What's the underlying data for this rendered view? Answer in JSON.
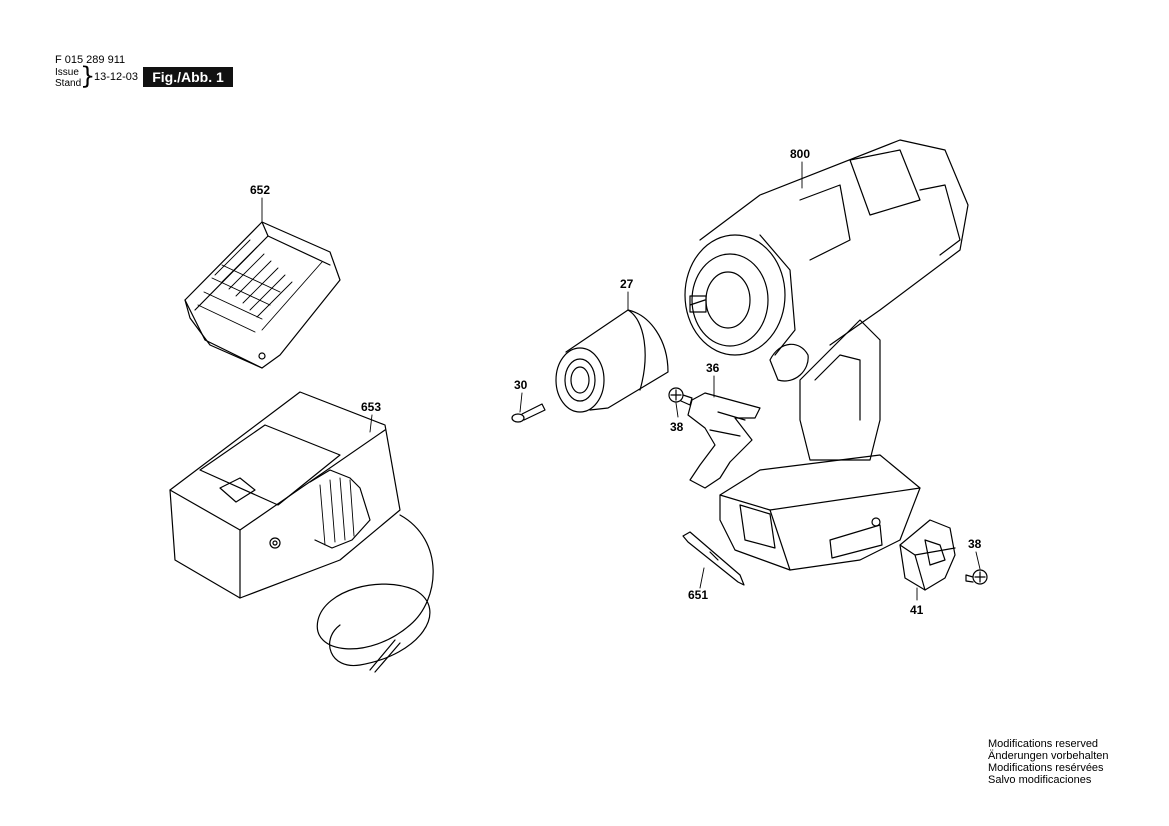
{
  "header": {
    "doc_number": "F 015 289 911",
    "issue_label": "Issue",
    "stand_label": "Stand",
    "issue_date": "13-12-03",
    "figure_tag": "Fig./Abb. 1"
  },
  "parts": [
    {
      "id": "652"
    },
    {
      "id": "653"
    },
    {
      "id": "27"
    },
    {
      "id": "30"
    },
    {
      "id": "38"
    },
    {
      "id": "36"
    },
    {
      "id": "800"
    },
    {
      "id": "651"
    },
    {
      "id": "38"
    },
    {
      "id": "41"
    }
  ],
  "notes": [
    "Modifications reserved",
    "Änderungen vorbehalten",
    "Modifications resérvées",
    "Salvo modificaciones"
  ]
}
